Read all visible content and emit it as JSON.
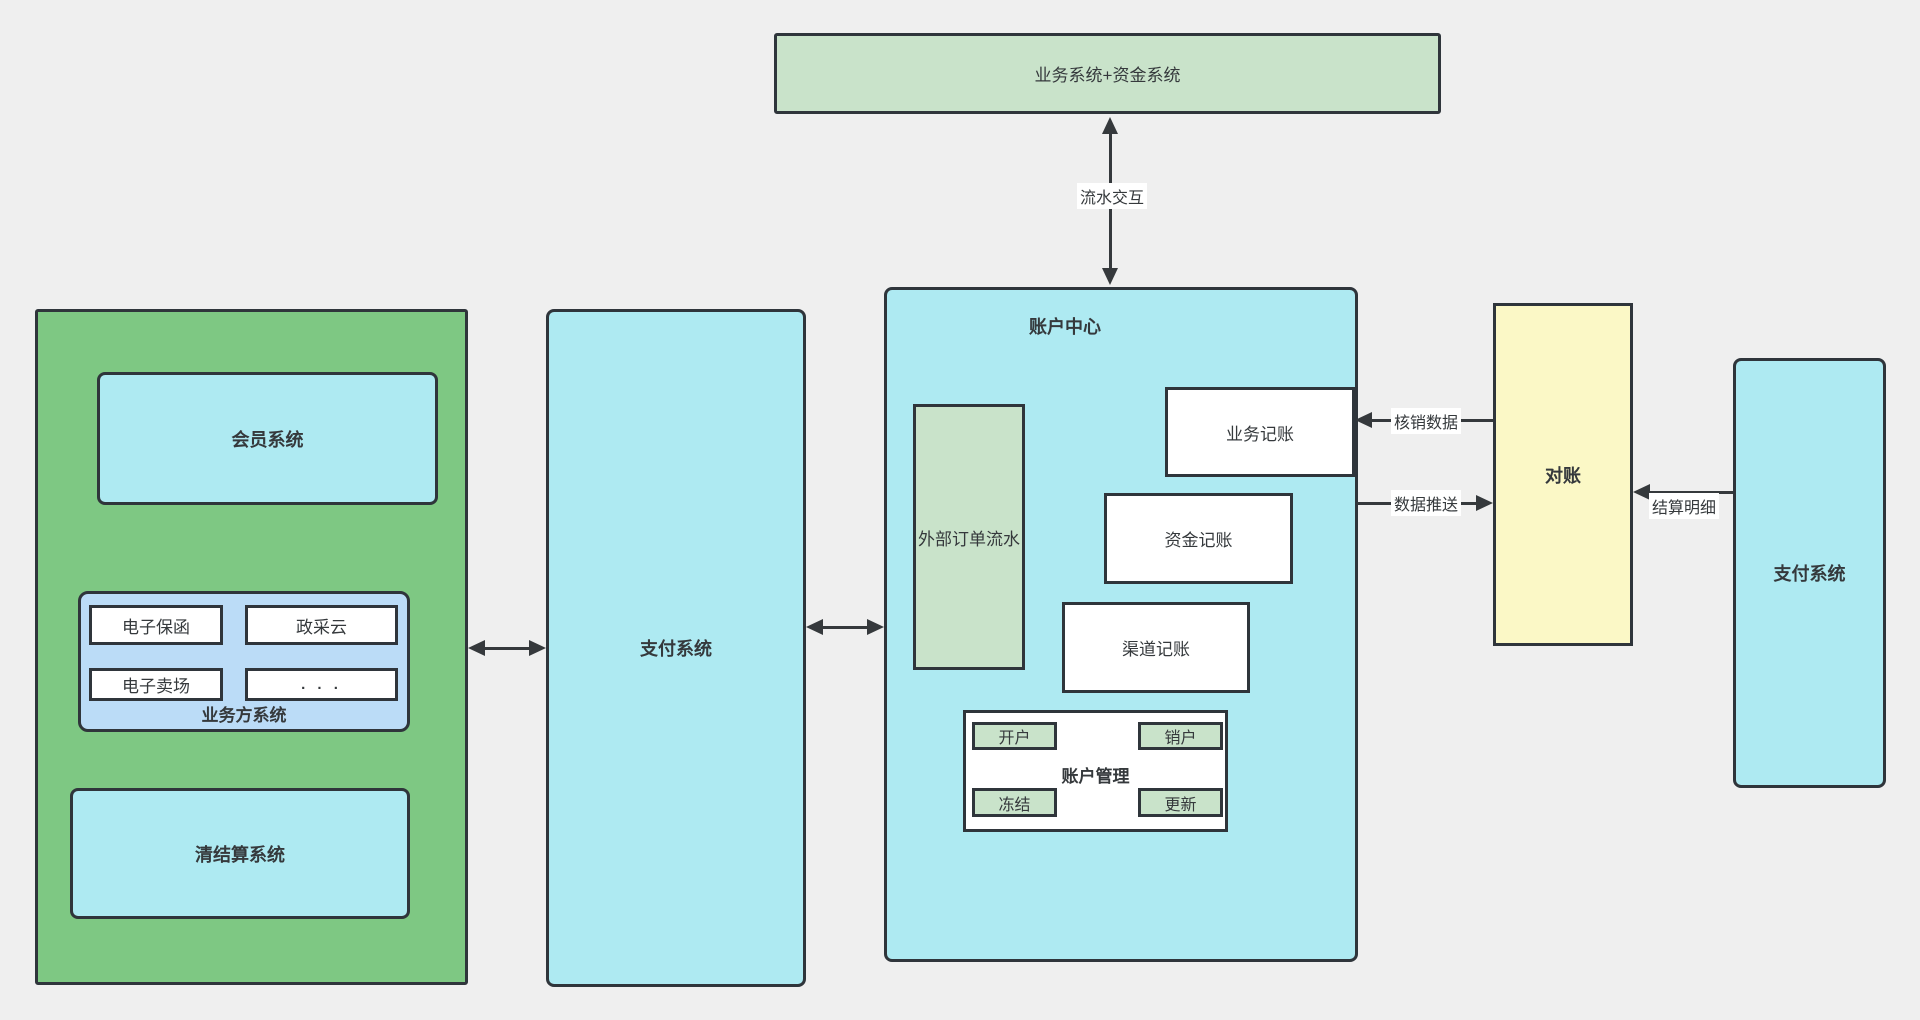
{
  "colors": {
    "background": "#efefef",
    "border": "#2f353b",
    "green_light": "#c9e3ca",
    "green_medium": "#7ec883",
    "cyan": "#aeeaf2",
    "blue_light": "#bbdcf7",
    "yellow": "#fbf8c6",
    "node_white": "#ffffff",
    "text": "#35393c"
  },
  "top_system": {
    "label": "业务系统+资金系统"
  },
  "flow_link": {
    "label": "流水交互"
  },
  "account_center": {
    "title": "账户中心",
    "external_order_flow": {
      "label": "外部订单流水"
    },
    "business_accounting": {
      "label": "业务记账"
    },
    "capital_accounting": {
      "label": "资金记账"
    },
    "channel_accounting": {
      "label": "渠道记账"
    },
    "account_management": {
      "title": "账户管理",
      "open_account": "开户",
      "close_account": "销户",
      "freeze": "冻结",
      "update": "更新"
    }
  },
  "left_platform": {
    "member_system": {
      "label": "会员系统"
    },
    "business_party_system": {
      "title": "业务方系统",
      "items": [
        "电子保函",
        "政采云",
        "电子卖场",
        ". . ."
      ]
    },
    "clearing_settlement_system": {
      "label": "清结算系统"
    }
  },
  "payment_system_middle": {
    "label": "支付系统"
  },
  "reconciliation": {
    "label": "对账"
  },
  "payment_system_right": {
    "label": "支付系统"
  },
  "links": {
    "write_off_data": "核销数据",
    "data_push": "数据推送",
    "settlement_detail": "结算明细"
  }
}
